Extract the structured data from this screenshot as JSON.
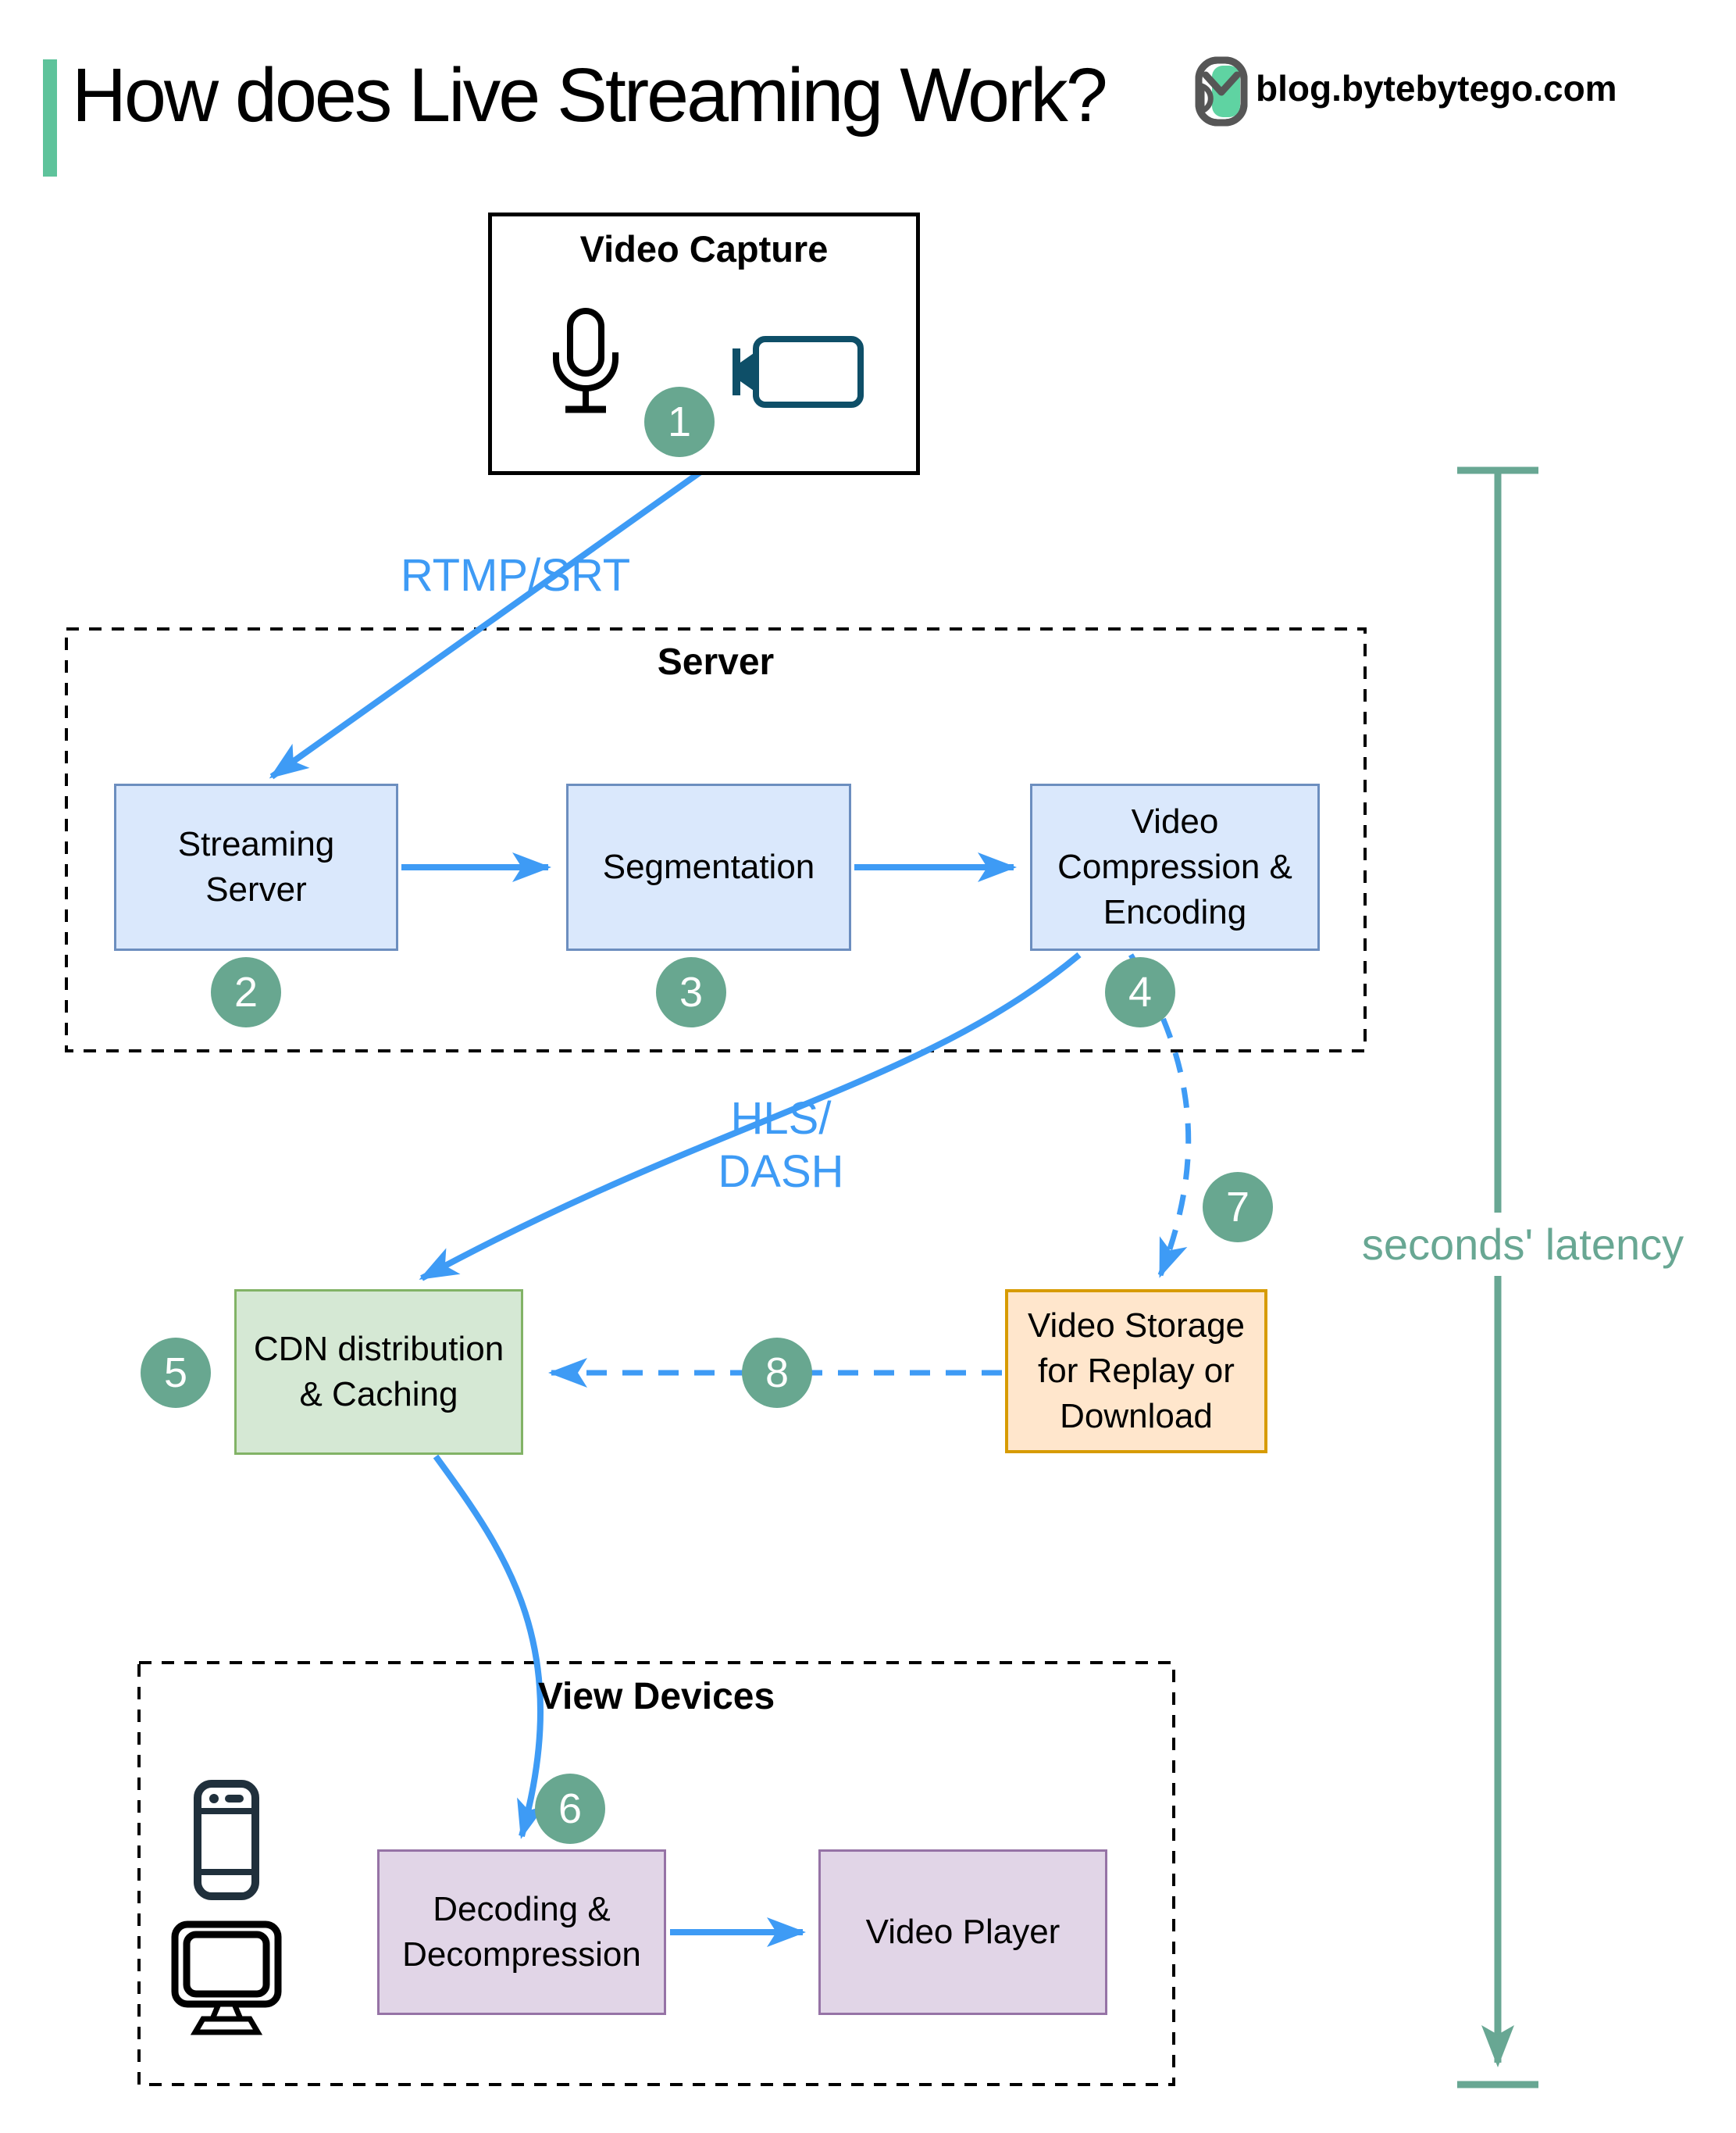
{
  "header": {
    "title": "How does Live Streaming Work?",
    "site": "blog.bytebytego.com"
  },
  "groups": {
    "server": "Server",
    "view_devices": "View Devices"
  },
  "nodes": {
    "video_capture": "Video Capture",
    "streaming_server": "Streaming Server",
    "segmentation": "Segmentation",
    "video_compression": "Video Compression & Encoding",
    "cdn": "CDN distribution & Caching",
    "video_storage": "Video Storage for Replay or Download",
    "decoding": "Decoding & Decompression",
    "video_player": "Video Player"
  },
  "edge_labels": {
    "ingest_protocol": "RTMP/SRT",
    "delivery_protocol": "HLS/\nDASH"
  },
  "steps": [
    "1",
    "2",
    "3",
    "4",
    "5",
    "6",
    "7",
    "8"
  ],
  "annotations": {
    "latency": "seconds' latency"
  },
  "icons": [
    "microphone-icon",
    "video-camera-icon",
    "smartphone-icon",
    "monitor-icon",
    "bytebytego-logo-icon"
  ],
  "colors": {
    "arrow_blue": "#3e9bf5",
    "step_teal": "#68a790",
    "latency_teal": "#68a793",
    "accent_mint": "#5ec39b",
    "node_blue_fill": "#dae8fc",
    "node_blue_stroke": "#6c8ebf",
    "node_green_fill": "#d5e8d4",
    "node_green_stroke": "#82b366",
    "node_orange_fill": "#ffe6cc",
    "node_orange_stroke": "#d79b00",
    "node_purple_fill": "#e1d5e7",
    "node_purple_stroke": "#9673a6",
    "camera_petrol": "#0e4f68"
  }
}
